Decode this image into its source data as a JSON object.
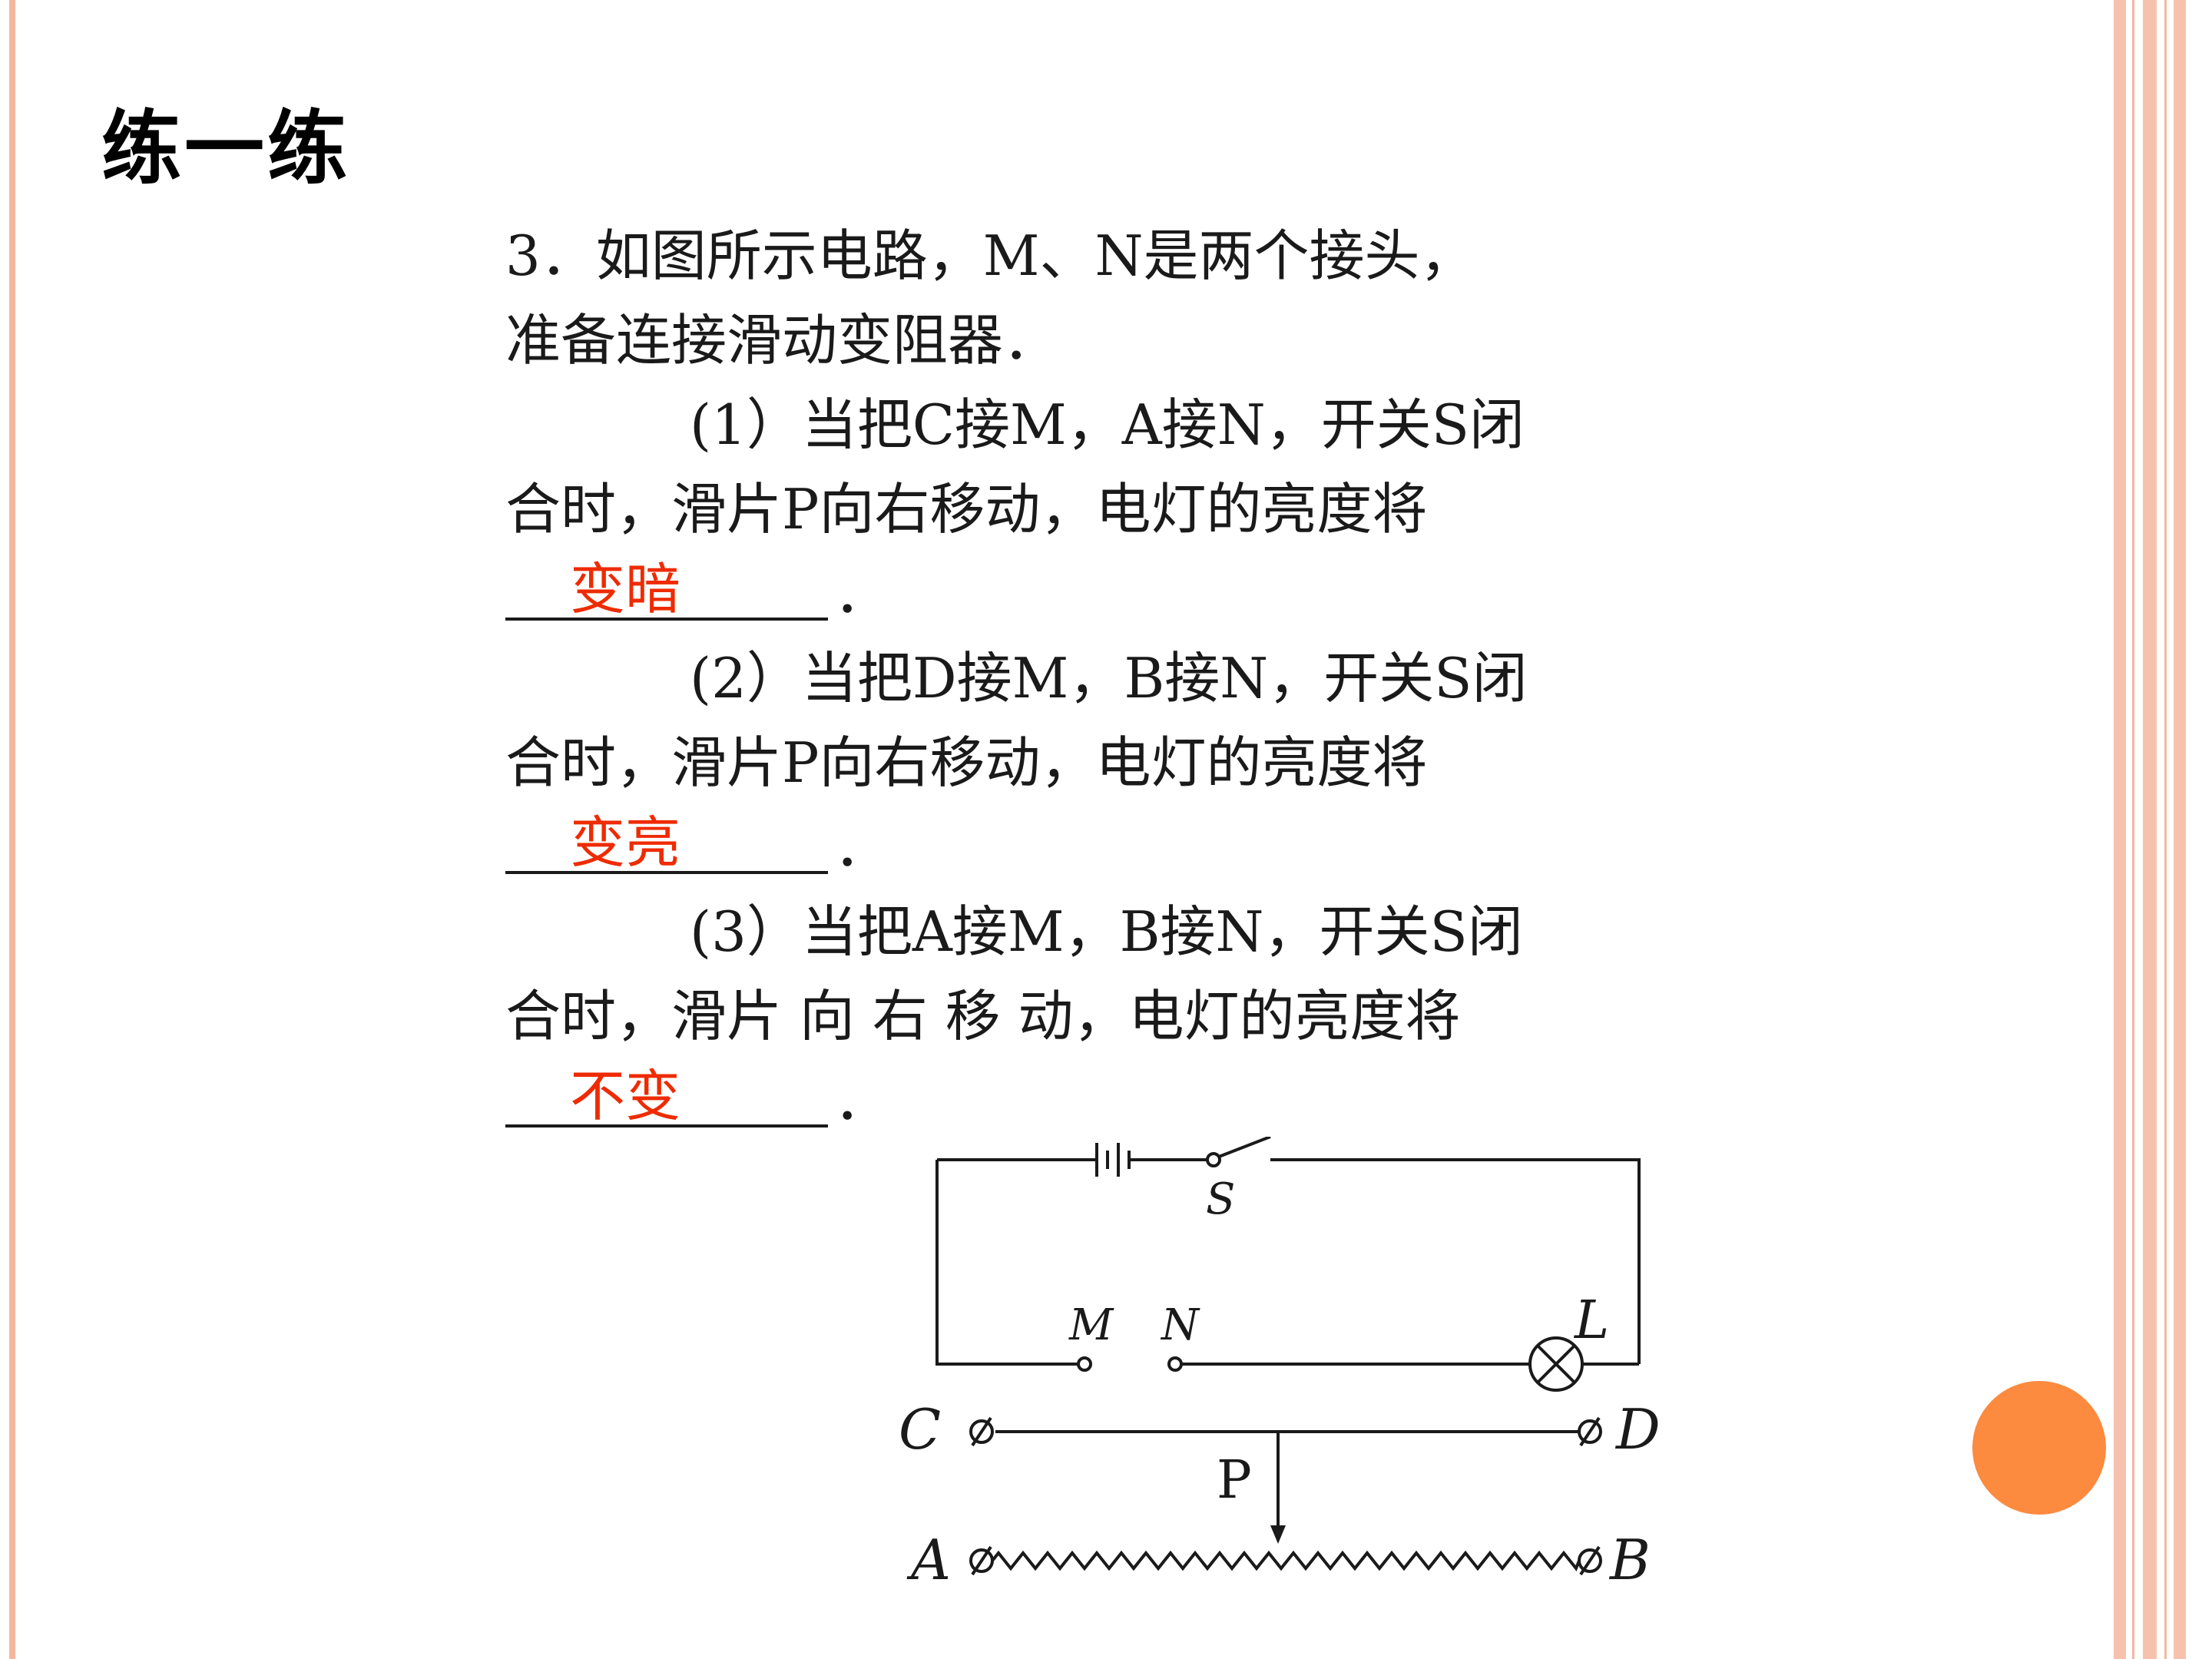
{
  "title": "练一练",
  "problem": {
    "intro_line1": "3．如图所示电路，M、N是两个接头，",
    "intro_line2": "准备连接滑动变阻器．",
    "parts": [
      {
        "line1": "(1）当把C接M，A接N，开关S闭",
        "line2": "合时，滑片P向右移动，电灯的亮度将",
        "answer": "变暗",
        "end": "．"
      },
      {
        "line1": "(2）当把D接M，B接N，开关S闭",
        "line2": "合时，滑片P向右移动，电灯的亮度将",
        "answer": "变亮",
        "end": "．"
      },
      {
        "line1": "(3）当把A接M，B接N，开关S闭",
        "line2": "合时，滑片 向 右 移 动，电灯的亮度将",
        "answer": "不变",
        "end": "．"
      }
    ]
  },
  "diagram": {
    "label_S": "S",
    "label_M": "M",
    "label_N": "N",
    "label_L": "L",
    "label_C": "C",
    "label_D": "D",
    "label_P": "P",
    "label_A": "A",
    "label_B": "B"
  },
  "colors": {
    "answer": "#ee2b00",
    "accent_dot": "#fc8a3f",
    "frame": "#f4b6a0"
  }
}
